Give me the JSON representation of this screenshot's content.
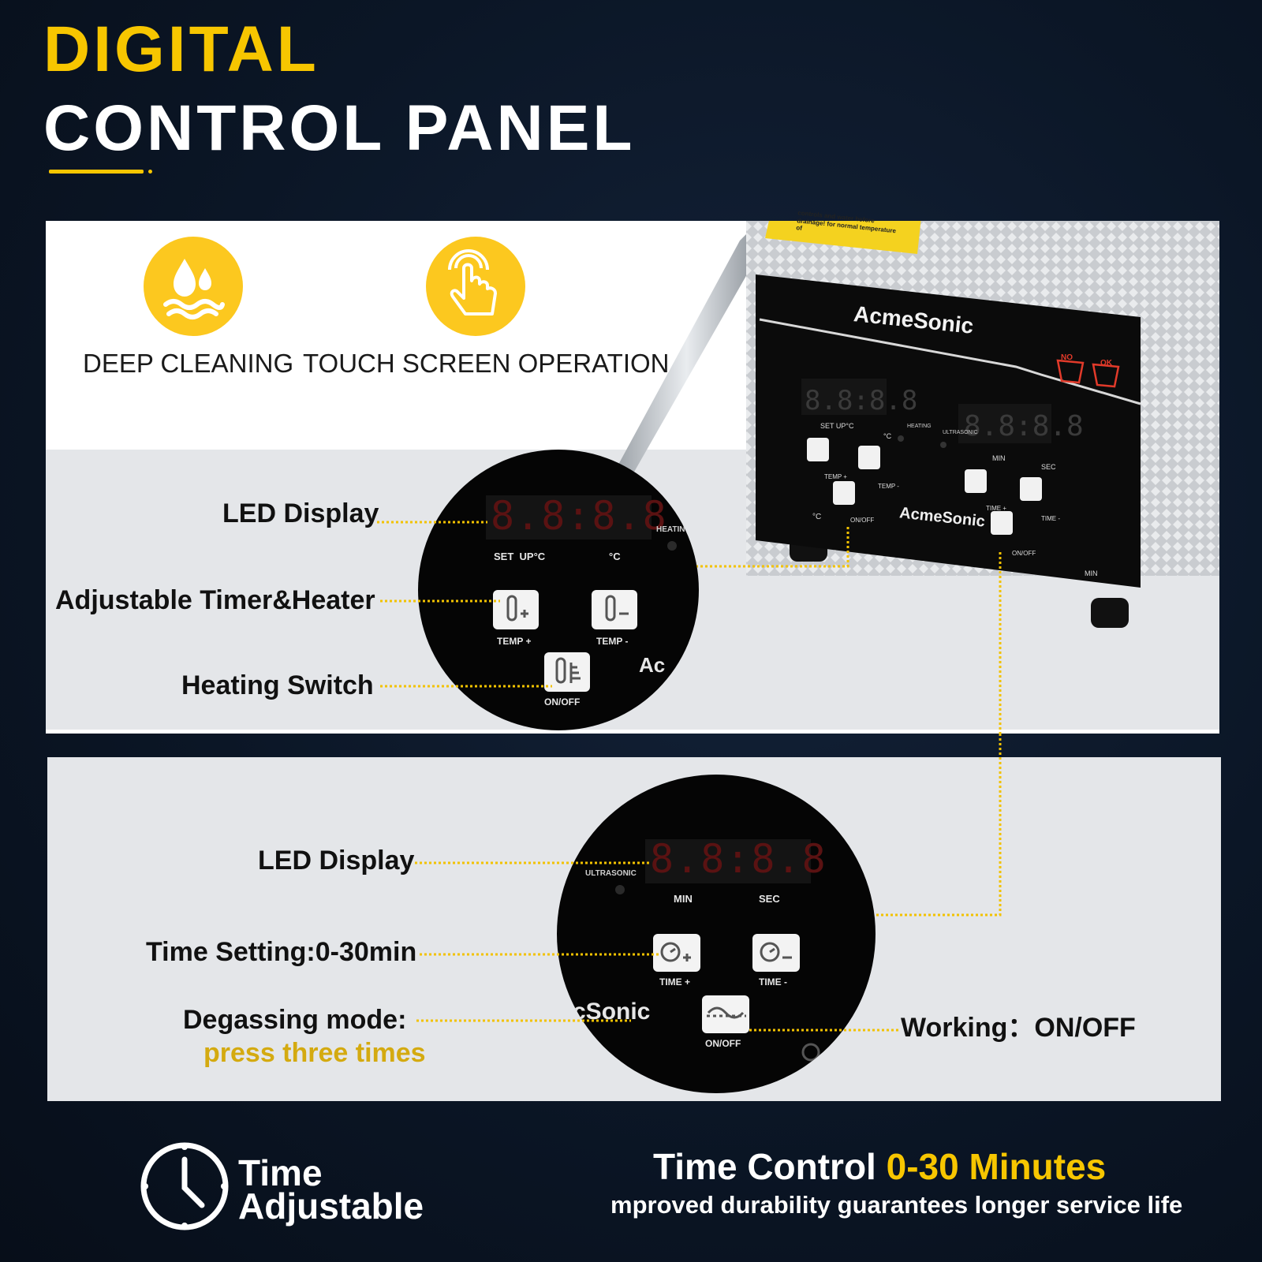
{
  "header": {
    "title_line1": "DIGITAL",
    "title_line2": "CONTROL PANEL"
  },
  "features": [
    {
      "label": "DEEP CLEANING",
      "icon": "water-drops-icon"
    },
    {
      "label": "TOUCH SCREEN OPERATION",
      "icon": "touch-finger-icon"
    }
  ],
  "device": {
    "brand": "AcmeSonic",
    "warning_text": "controls and water before drainage! for normal temperature of",
    "no_label": "NO",
    "ok_label": "OK",
    "temp_display": "8.8:8.8",
    "time_display": "8.8:8.8",
    "set_up_label": "SET  UP°C",
    "celsius_label": "°C",
    "heating_label": "HEATING",
    "ultrasonic_label": "ULTRASONIC",
    "min_label": "MIN",
    "sec_label": "SEC",
    "temp_plus_label": "TEMP +",
    "temp_minus_label": "TEMP -",
    "on_off_label": "ON/OFF",
    "time_plus_label": "TIME +",
    "time_minus_label": "TIME -",
    "degree_label": "°C",
    "min_corner_label": "MIN"
  },
  "zoom_heating": {
    "display": "8.8:8.8",
    "set_label": "SET  UP°C",
    "celsius": "°C",
    "heating": "HEATIN",
    "temp_plus": "TEMP +",
    "temp_minus": "TEMP -",
    "on_off": "ON/OFF",
    "brand_fragment": "Ac"
  },
  "zoom_time": {
    "display": "8.8:8.8",
    "ultrasonic": "ULTRASONIC",
    "min": "MIN",
    "sec": "SEC",
    "time_plus": "TIME +",
    "time_minus": "TIME -",
    "on_off": "ON/OFF",
    "brand_fragment": "cSonic"
  },
  "callouts_heating": {
    "led": "LED Display",
    "adjustable": "Adjustable Timer&Heater",
    "switch": "Heating Switch"
  },
  "callouts_time": {
    "led": "LED Display",
    "time_setting": "Time Setting:0-30min",
    "degassing": "Degassing mode:",
    "degassing_sub": "press three times",
    "working": "Working：ON/OFF"
  },
  "bottom": {
    "left_line1": "Time",
    "left_line2": "Adjustable",
    "headline_prefix": "Time Control ",
    "headline_accent": "0-30 Minutes",
    "subline": "mproved durability guarantees longer service life"
  },
  "colors": {
    "accent": "#f7c600",
    "background": "#0b1626",
    "led_red": "#d31b1b",
    "dotted_line": "#f2c200"
  }
}
